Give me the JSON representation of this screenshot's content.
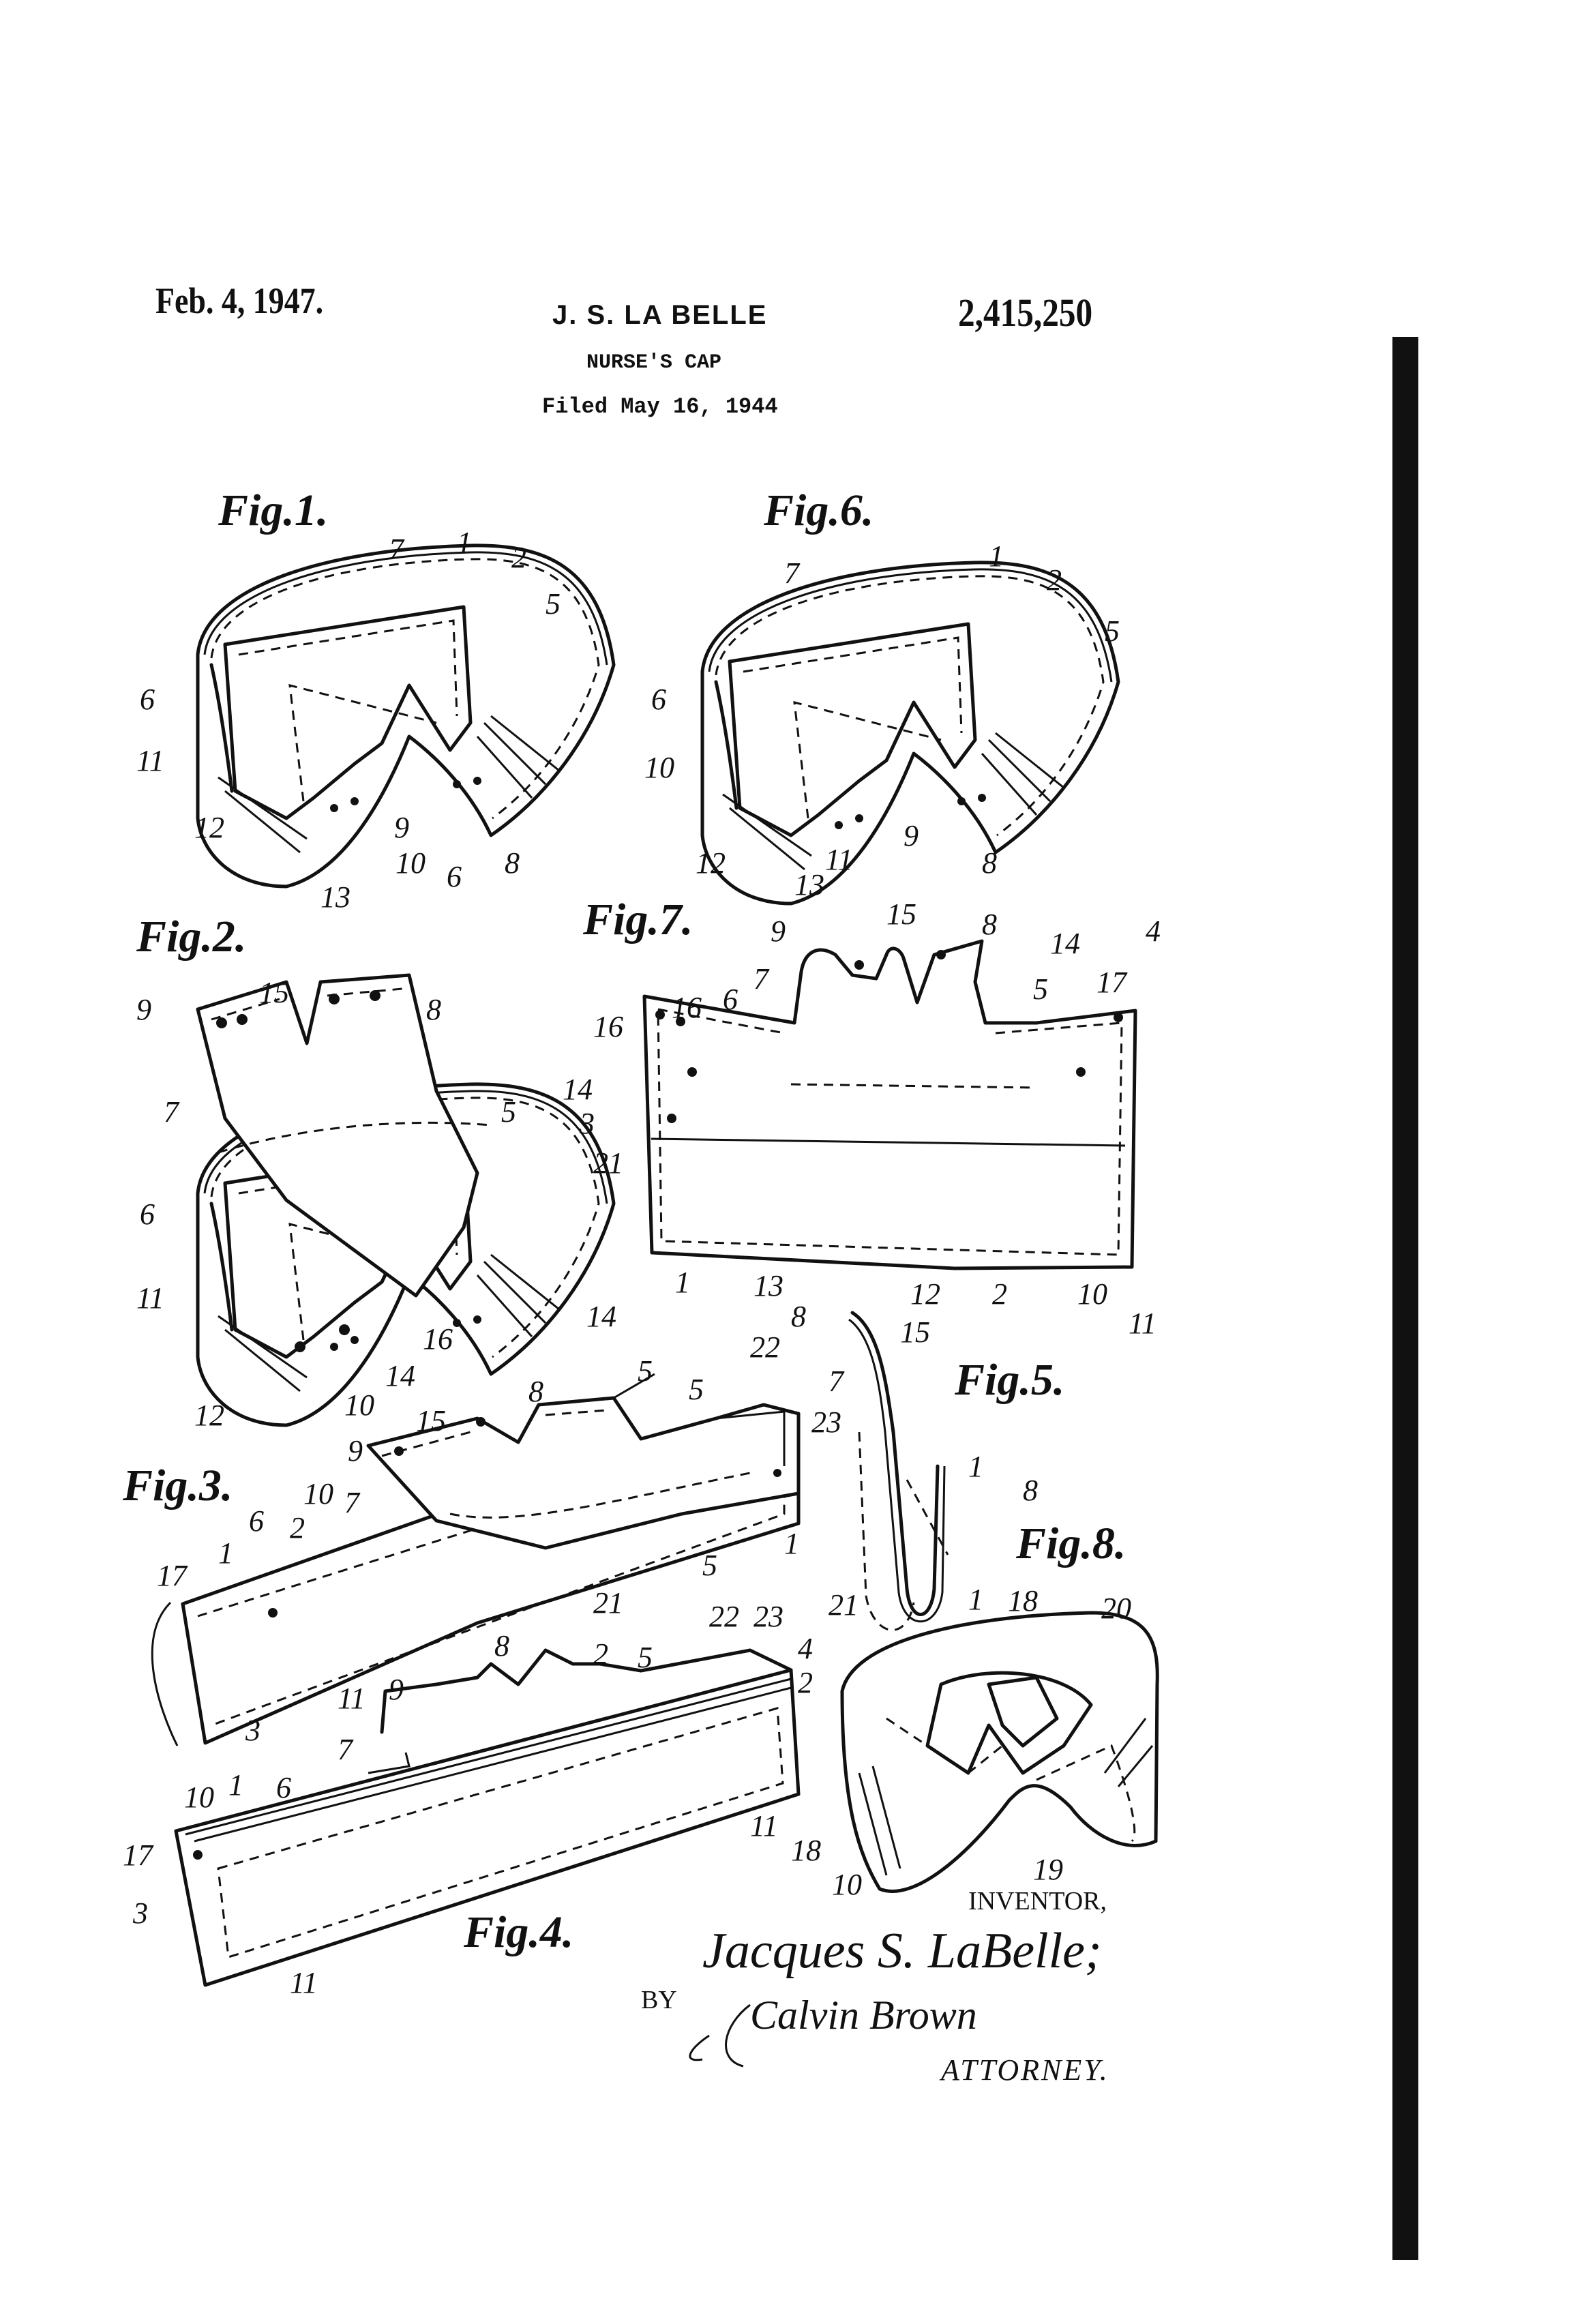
{
  "header": {
    "date": "Feb. 4, 1947.",
    "inventor_name": "J. S. LA BELLE",
    "patent_number": "2,415,250",
    "title": "NURSE'S CAP",
    "filed": "Filed May 16, 1944"
  },
  "figures": {
    "fig1": {
      "label": "Fig.1.",
      "refs": [
        "7",
        "1",
        "2",
        "5",
        "6",
        "11",
        "9",
        "10",
        "6",
        "8",
        "12",
        "13"
      ]
    },
    "fig6": {
      "label": "Fig.6.",
      "refs": [
        "7",
        "1",
        "2",
        "5",
        "6",
        "10",
        "9",
        "11",
        "8",
        "12",
        "13"
      ]
    },
    "fig2": {
      "label": "Fig.2.",
      "refs": [
        "9",
        "15",
        "8",
        "7",
        "5",
        "6",
        "11",
        "14",
        "16",
        "14",
        "12",
        "10"
      ]
    },
    "fig7": {
      "label": "Fig.7.",
      "refs": [
        "9",
        "15",
        "8",
        "16",
        "6",
        "7",
        "16",
        "14",
        "17",
        "4",
        "14",
        "3",
        "21",
        "5",
        "1",
        "13",
        "12",
        "2",
        "10",
        "11"
      ]
    },
    "fig5": {
      "label": "Fig.5.",
      "refs": [
        "8",
        "15",
        "7",
        "1",
        "8",
        "1",
        "21"
      ]
    },
    "fig3": {
      "label": "Fig.3.",
      "refs": [
        "5",
        "22",
        "5",
        "8",
        "15",
        "23",
        "9",
        "7",
        "10",
        "2",
        "6",
        "1",
        "17",
        "21",
        "5",
        "11",
        "3"
      ]
    },
    "fig4": {
      "label": "Fig.4.",
      "refs": [
        "9",
        "8",
        "2",
        "5",
        "22",
        "23",
        "4",
        "2",
        "7",
        "1",
        "6",
        "10",
        "17",
        "3",
        "11"
      ]
    },
    "fig8": {
      "label": "Fig.8.",
      "refs": [
        "1",
        "18",
        "20",
        "11",
        "18",
        "10",
        "19"
      ]
    }
  },
  "signature": {
    "inventor_caption": "INVENTOR,",
    "inventor_signature": "Jacques S. LaBelle;",
    "by": "BY",
    "attorney_signature": "Calvin Brown",
    "attorney_caption": "ATTORNEY."
  }
}
